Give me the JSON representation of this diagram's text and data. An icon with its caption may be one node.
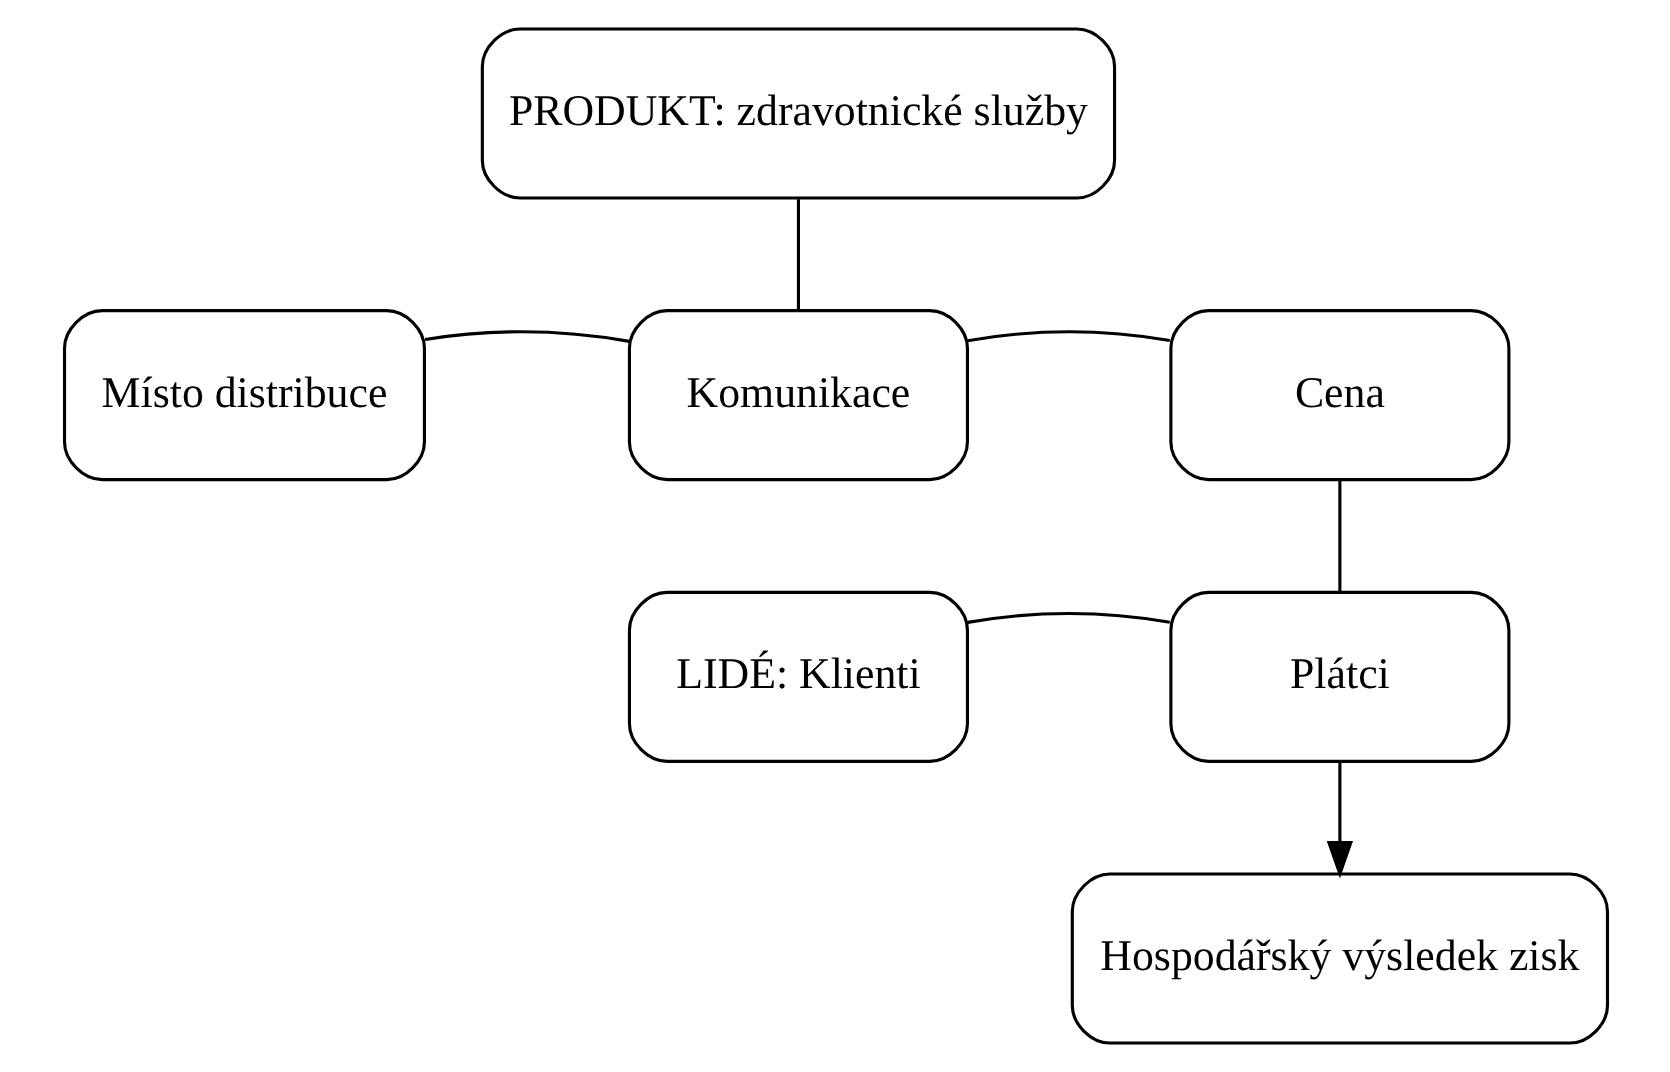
{
  "diagram": {
    "nodes": [
      {
        "text": [
          "PRODUKT: zdravotnické služby"
        ]
      },
      {
        "text": [
          "Místo distribuce"
        ]
      },
      {
        "text": [
          "Komunikace"
        ]
      },
      {
        "text": [
          "Cena"
        ]
      },
      {
        "text": [
          "LIDÉ: Klienti"
        ]
      },
      {
        "text": [
          "Plátci"
        ]
      },
      {
        "text": [
          "Hospodářský výsledek zisk"
        ]
      }
    ],
    "edges": [
      {
        "from": 0,
        "to": 2,
        "arrow": "none"
      },
      {
        "from": 1,
        "to": 2,
        "arrow": "none"
      },
      {
        "from": 2,
        "to": 3,
        "arrow": "none"
      },
      {
        "from": 3,
        "to": 5,
        "arrow": "none"
      },
      {
        "from": 4,
        "to": 5,
        "arrow": "none"
      },
      {
        "from": 5,
        "to": 6,
        "arrow": "to"
      }
    ]
  }
}
